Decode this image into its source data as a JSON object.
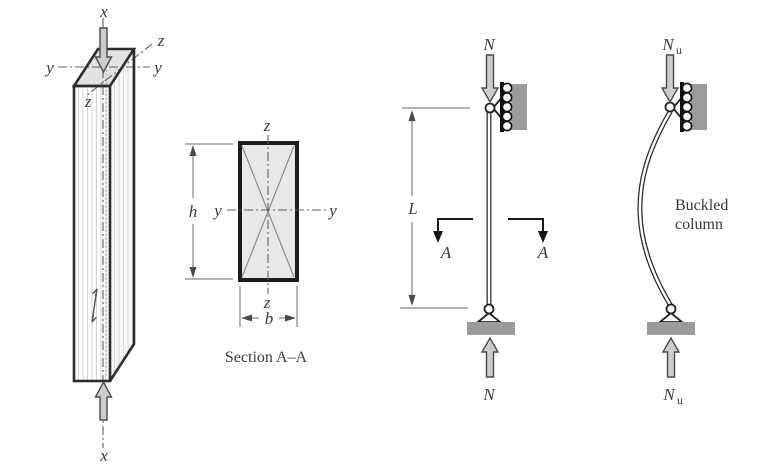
{
  "colors": {
    "line": "#333333",
    "support_gray": "#9b9b9b",
    "arrow_fill": "#cccccc",
    "face_top": "#e2e2e2",
    "section_fill": "#e9e9e9"
  },
  "fig_3d_column": {
    "axis_x_top": "x",
    "axis_x_bottom": "x",
    "axis_y_left": "y",
    "axis_y_right": "y",
    "axis_z_back": "z",
    "axis_z_front": "z"
  },
  "fig_section": {
    "axis_z_top": "z",
    "axis_z_bottom": "z",
    "axis_y_left": "y",
    "axis_y_right": "y",
    "dim_height": "h",
    "dim_width": "b",
    "caption": "Section A–A"
  },
  "fig_straight_column": {
    "load_top": "N",
    "load_bottom": "N",
    "dim_length": "L",
    "section_cut_left": "A",
    "section_cut_right": "A"
  },
  "fig_buckled_column": {
    "load_top_main": "N",
    "load_top_sub": "u",
    "load_bottom_main": "N",
    "load_bottom_sub": "u",
    "caption_line1": "Buckled",
    "caption_line2": "column"
  }
}
